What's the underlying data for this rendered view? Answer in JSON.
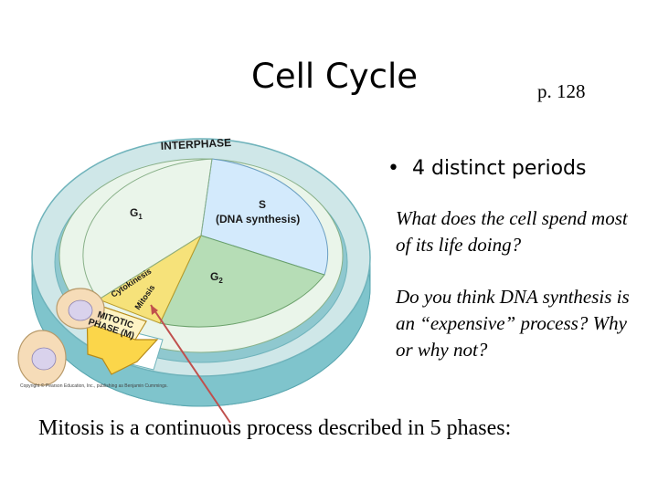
{
  "slide": {
    "title": "Cell Cycle",
    "page_ref": "p. 128",
    "bullet": "4 distinct periods",
    "question1": "What does the cell spend most of its life doing?",
    "question2": "Do you think DNA synthesis is an “expensive” process? Why or why not?",
    "bottom_text": "Mitosis is a continuous process described in 5 phases:"
  },
  "diagram": {
    "ring_label": "INTERPHASE",
    "g1_label": "G",
    "g1_sub": "1",
    "s_label": "S",
    "s_sub_label": "(DNA synthesis)",
    "g2_label": "G",
    "g2_sub": "2",
    "cytokinesis_label": "Cytokinesis",
    "mitosis_label": "Mitosis",
    "mitotic_label_line1": "MITOTIC",
    "mitotic_label_line2": "PHASE (M)",
    "copyright": "Copyright © Pearson Education, Inc., publishing as Benjamin Cummings.",
    "colors": {
      "ring_top": "#cfe7e8",
      "ring_side": "#7fc4cc",
      "g1": "#eaf5ea",
      "s": "#d3eafc",
      "g2": "#b6ddb6",
      "mitosis": "#f6e27a",
      "arrow": "#fbd64a",
      "pointer": "#c0504d"
    }
  }
}
